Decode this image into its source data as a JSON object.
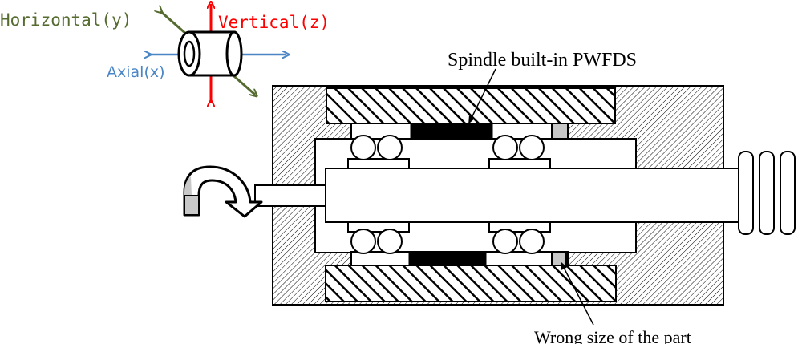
{
  "axes": {
    "horizontal_label": "Horizontal(y)",
    "vertical_label": "Vertical(z)",
    "axial_label": "Axial(x)",
    "colors": {
      "horizontal": "#556b2f",
      "vertical": "#ff0000",
      "axial": "#4a86c5"
    }
  },
  "annotations": {
    "sensor_label": "Spindle built-in PWFDS",
    "defect_label": "Wrong size of the part"
  },
  "icons": {
    "sensor_icon": "cylinder-sensor-icon",
    "rotation_icon": "curved-rotation-arrow-icon"
  },
  "colors": {
    "stroke": "#000000",
    "fill": "#ffffff",
    "hatch": "#000000",
    "sensor_fill": "#000000",
    "defect_fill": "#c8c8c8"
  }
}
